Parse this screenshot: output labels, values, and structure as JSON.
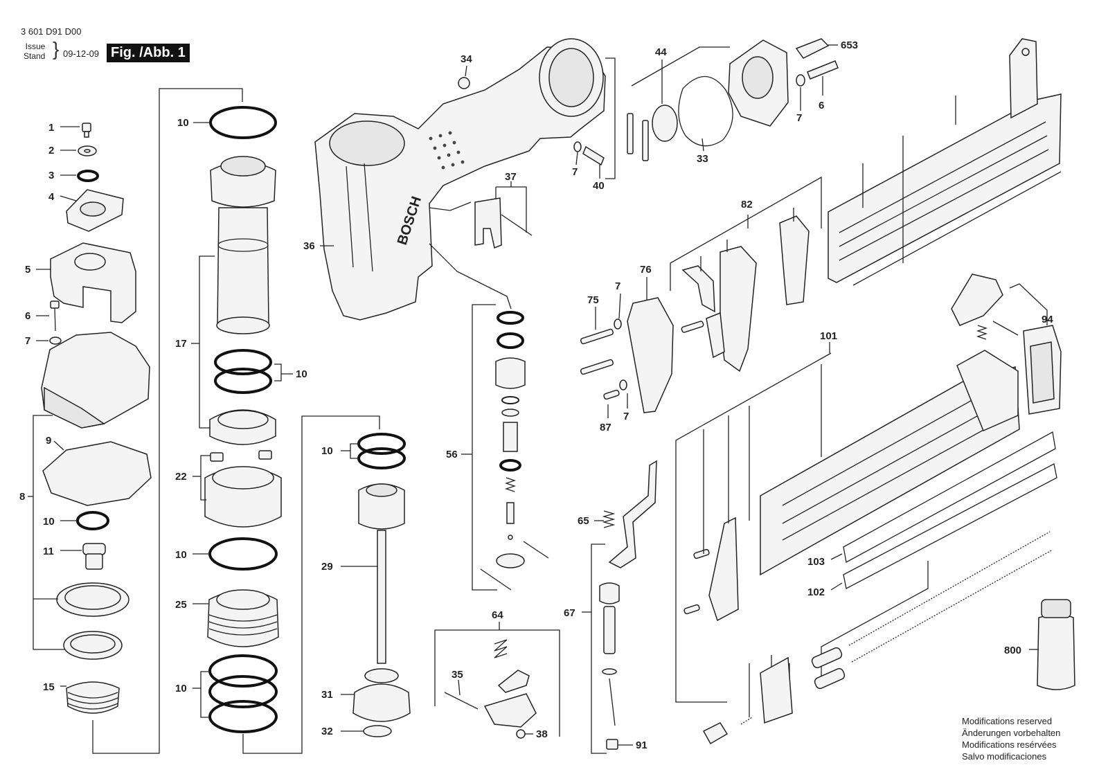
{
  "header": {
    "part_code": "3 601 D91 D00",
    "issue_label_en": "Issue",
    "issue_label_de": "Stand",
    "date": "09-12-09",
    "figure": "Fig. /Abb. 1"
  },
  "notes": [
    "Modifications reserved",
    "Änderungen vorbehalten",
    "Modifications resérvées",
    "Salvo modificaciones"
  ],
  "diagram": {
    "callouts": [
      "1",
      "2",
      "3",
      "4",
      "5",
      "6",
      "7",
      "8",
      "9",
      "10",
      "11",
      "15",
      "17",
      "22",
      "25",
      "29",
      "31",
      "32",
      "33",
      "34",
      "35",
      "36",
      "37",
      "38",
      "40",
      "44",
      "56",
      "64",
      "65",
      "67",
      "75",
      "76",
      "82",
      "87",
      "91",
      "94",
      "101",
      "102",
      "103",
      "653",
      "800"
    ],
    "brand": "BOSCH"
  }
}
